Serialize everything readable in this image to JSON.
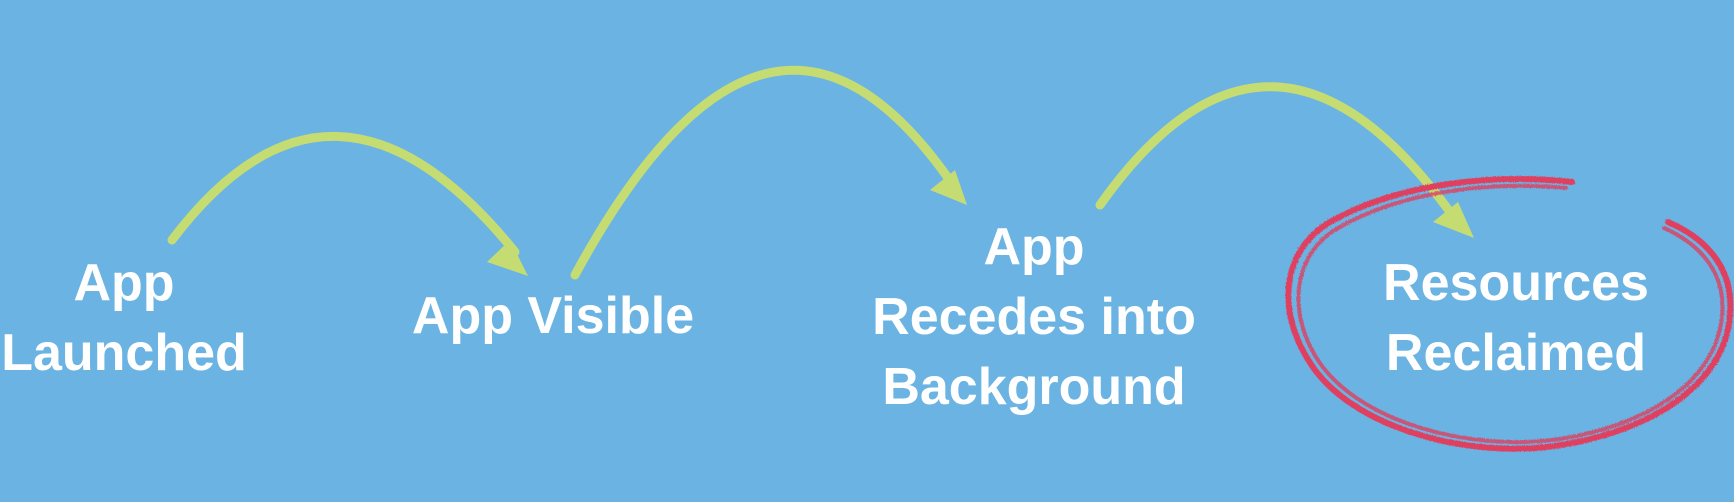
{
  "colors": {
    "background": "#6ab3e2",
    "text": "#ffffff",
    "arrow": "#c5dc72",
    "highlight_circle": "#e0405f"
  },
  "stages": [
    {
      "id": "launched",
      "lines": [
        "App",
        "Launched"
      ]
    },
    {
      "id": "visible",
      "lines": [
        "App Visible"
      ]
    },
    {
      "id": "background",
      "lines": [
        "App",
        "Recedes into",
        "Background"
      ]
    },
    {
      "id": "reclaimed",
      "lines": [
        "Resources",
        "Reclaimed"
      ],
      "highlighted": true
    }
  ],
  "transitions": [
    {
      "from": "launched",
      "to": "visible"
    },
    {
      "from": "visible",
      "to": "background"
    },
    {
      "from": "background",
      "to": "reclaimed"
    }
  ]
}
